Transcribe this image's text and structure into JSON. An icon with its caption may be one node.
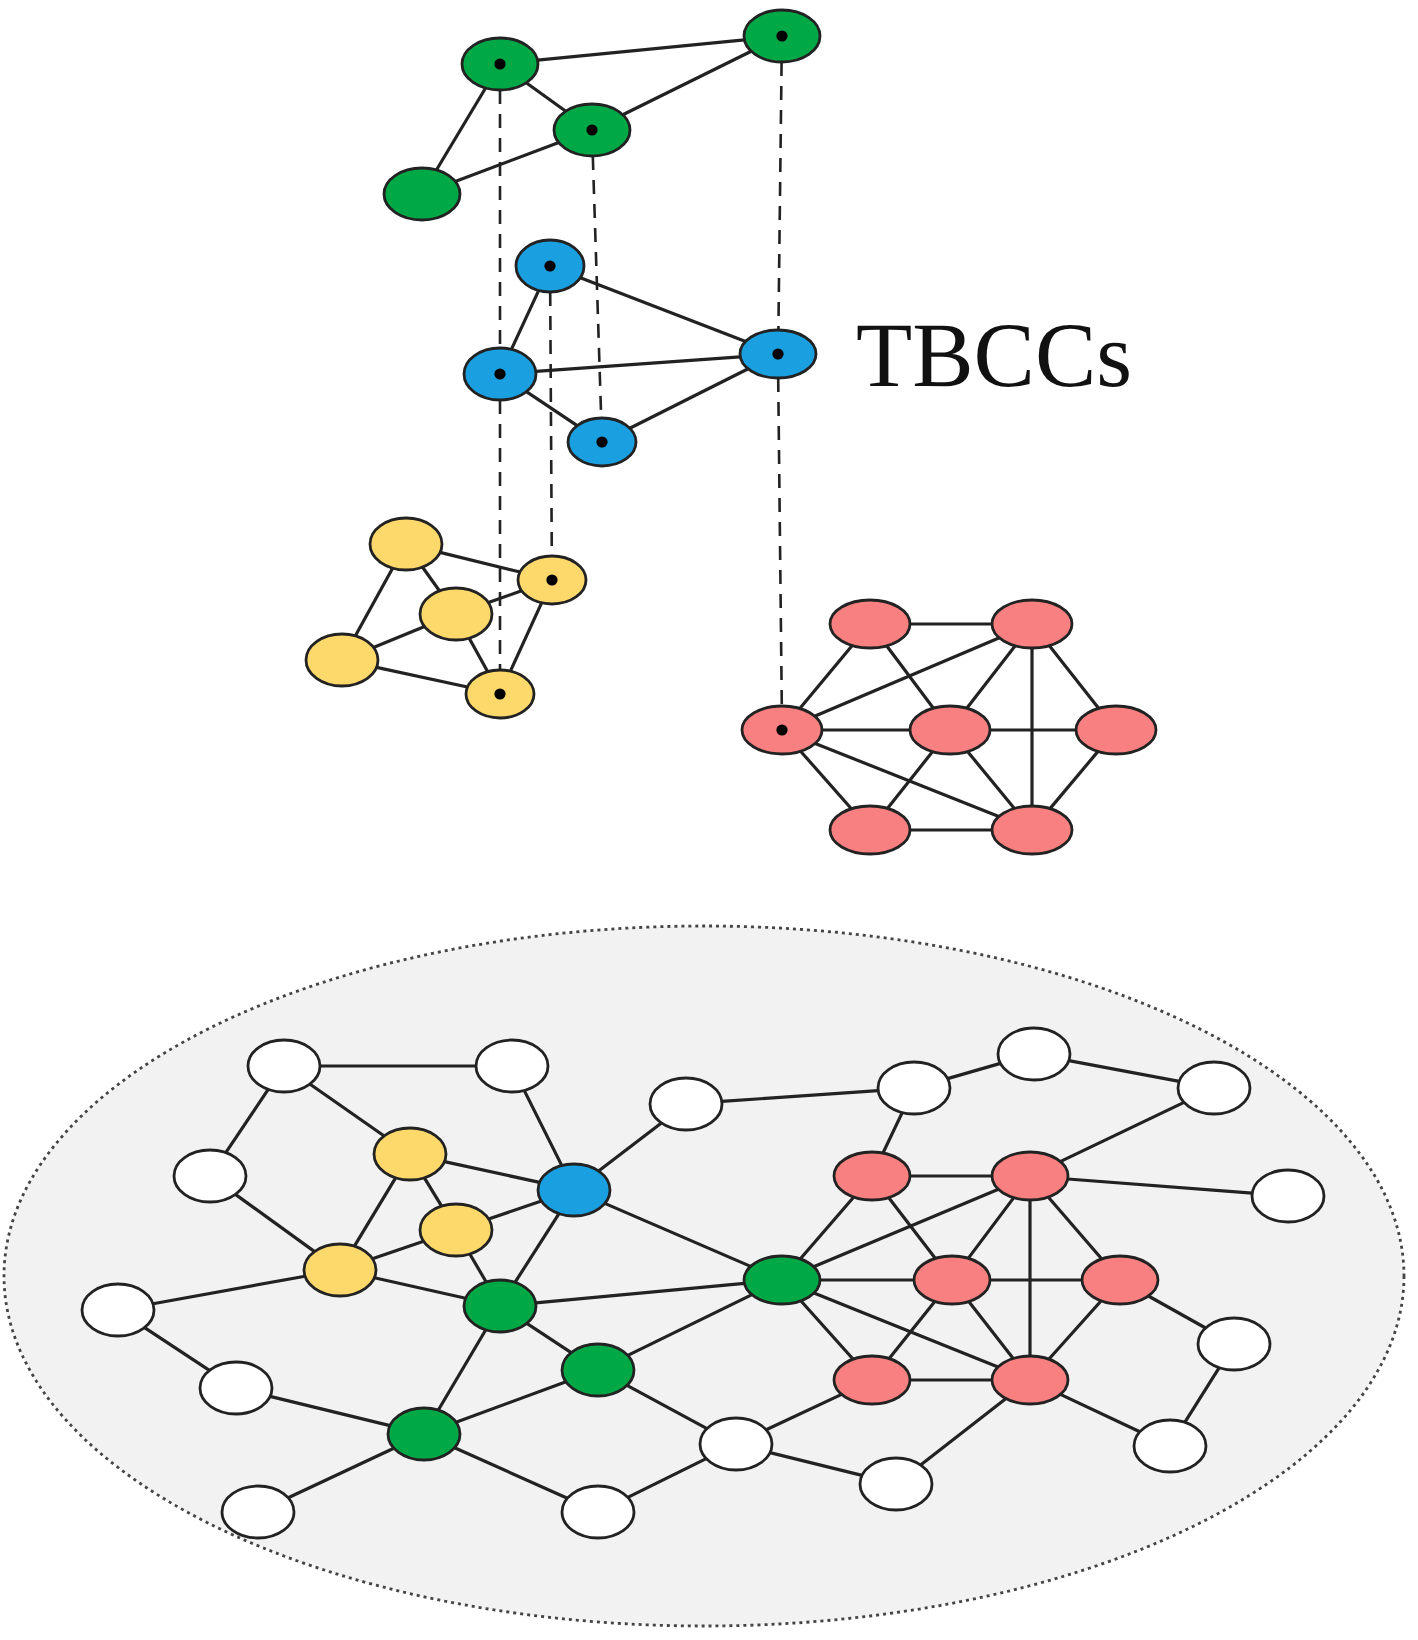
{
  "diagram": {
    "nodes": [
      {
        "text": [],
        "shape": "ellipse"
      },
      {
        "text": [],
        "shape": "ellipse"
      },
      {
        "text": [],
        "shape": "ellipse"
      },
      {
        "text": [],
        "shape": "ellipse"
      },
      {
        "text": [],
        "shape": "ellipse"
      },
      {
        "text": [],
        "shape": "ellipse"
      },
      {
        "text": [],
        "shape": "ellipse"
      },
      {
        "text": [],
        "shape": "ellipse"
      },
      {
        "text": [],
        "shape": "ellipse"
      },
      {
        "text": [],
        "shape": "ellipse"
      },
      {
        "text": [],
        "shape": "ellipse"
      },
      {
        "text": [],
        "shape": "ellipse"
      },
      {
        "text": [],
        "shape": "ellipse"
      },
      {
        "text": [],
        "shape": "ellipse"
      },
      {
        "text": [],
        "shape": "ellipse"
      },
      {
        "text": [],
        "shape": "ellipse"
      },
      {
        "text": [],
        "shape": "ellipse"
      },
      {
        "text": [],
        "shape": "ellipse"
      },
      {
        "text": [],
        "shape": "ellipse"
      },
      {
        "text": [],
        "shape": "ellipse"
      },
      {
        "text": [],
        "shape": "ellipse"
      },
      {
        "text": [],
        "shape": "ellipse"
      },
      {
        "text": [],
        "shape": "ellipse"
      },
      {
        "text": [],
        "shape": "ellipse"
      },
      {
        "text": [],
        "shape": "ellipse"
      },
      {
        "text": [],
        "shape": "ellipse"
      },
      {
        "text": [],
        "shape": "ellipse"
      },
      {
        "text": [],
        "shape": "ellipse"
      },
      {
        "text": [],
        "shape": "ellipse"
      },
      {
        "text": [],
        "shape": "ellipse"
      },
      {
        "text": [],
        "shape": "ellipse"
      },
      {
        "text": [],
        "shape": "ellipse"
      },
      {
        "text": [],
        "shape": "ellipse"
      },
      {
        "text": [],
        "shape": "ellipse"
      },
      {
        "text": [],
        "shape": "ellipse"
      },
      {
        "text": [],
        "shape": "ellipse"
      },
      {
        "text": [],
        "shape": "ellipse"
      },
      {
        "text": [],
        "shape": "ellipse"
      },
      {
        "text": [],
        "shape": "ellipse"
      },
      {
        "text": [],
        "shape": "ellipse"
      },
      {
        "text": [],
        "shape": "ellipse"
      },
      {
        "text": [],
        "shape": "ellipse"
      },
      {
        "text": [],
        "shape": "ellipse"
      },
      {
        "text": [],
        "shape": "ellipse"
      },
      {
        "text": [],
        "shape": "ellipse"
      },
      {
        "text": [],
        "shape": "ellipse"
      },
      {
        "text": [],
        "shape": "ellipse"
      },
      {
        "text": [],
        "shape": "ellipse"
      },
      {
        "text": [],
        "shape": "ellipse"
      },
      {
        "text": [],
        "shape": "ellipse"
      }
    ],
    "edges": [
      {
        "from": 0,
        "to": 1,
        "arrow": "none"
      },
      {
        "from": 0,
        "to": 2,
        "arrow": "none"
      },
      {
        "from": 0,
        "to": 3,
        "arrow": "none"
      },
      {
        "from": 2,
        "to": 1,
        "arrow": "none"
      },
      {
        "from": 2,
        "to": 3,
        "arrow": "none"
      },
      {
        "from": 4,
        "to": 5,
        "arrow": "none"
      },
      {
        "from": 4,
        "to": 6,
        "arrow": "none"
      },
      {
        "from": 5,
        "to": 6,
        "arrow": "none"
      },
      {
        "from": 5,
        "to": 7,
        "arrow": "none"
      },
      {
        "from": 7,
        "to": 6,
        "arrow": "none"
      },
      {
        "from": 8,
        "to": 11,
        "arrow": "none"
      },
      {
        "from": 8,
        "to": 9,
        "arrow": "none"
      },
      {
        "from": 8,
        "to": 10,
        "arrow": "none"
      },
      {
        "from": 9,
        "to": 11,
        "arrow": "none"
      },
      {
        "from": 9,
        "to": 10,
        "arrow": "none"
      },
      {
        "from": 9,
        "to": 12,
        "arrow": "none"
      },
      {
        "from": 10,
        "to": 12,
        "arrow": "none"
      },
      {
        "from": 11,
        "to": 12,
        "arrow": "none"
      },
      {
        "from": 13,
        "to": 14,
        "arrow": "none"
      },
      {
        "from": 13,
        "to": 15,
        "arrow": "none"
      },
      {
        "from": 13,
        "to": 16,
        "arrow": "none"
      },
      {
        "from": 15,
        "to": 14,
        "arrow": "none"
      },
      {
        "from": 14,
        "to": 16,
        "arrow": "none"
      },
      {
        "from": 14,
        "to": 19,
        "arrow": "none"
      },
      {
        "from": 14,
        "to": 17,
        "arrow": "none"
      },
      {
        "from": 15,
        "to": 16,
        "arrow": "none"
      },
      {
        "from": 15,
        "to": 18,
        "arrow": "none"
      },
      {
        "from": 15,
        "to": 19,
        "arrow": "none"
      },
      {
        "from": 16,
        "to": 17,
        "arrow": "none"
      },
      {
        "from": 16,
        "to": 18,
        "arrow": "none"
      },
      {
        "from": 16,
        "to": 19,
        "arrow": "none"
      },
      {
        "from": 17,
        "to": 19,
        "arrow": "none"
      },
      {
        "from": 18,
        "to": 19,
        "arrow": "none"
      },
      {
        "from": 0,
        "to": 5,
        "arrow": "none",
        "style": "dashed"
      },
      {
        "from": 5,
        "to": 12,
        "arrow": "none",
        "style": "dashed"
      },
      {
        "from": 2,
        "to": 7,
        "arrow": "none",
        "style": "dashed"
      },
      {
        "from": 4,
        "to": 11,
        "arrow": "none",
        "style": "dashed"
      },
      {
        "from": 1,
        "to": 6,
        "arrow": "none",
        "style": "dashed"
      },
      {
        "from": 6,
        "to": 15,
        "arrow": "none",
        "style": "dashed"
      },
      {
        "from": 20,
        "to": 21,
        "arrow": "none"
      },
      {
        "from": 20,
        "to": 24,
        "arrow": "none"
      },
      {
        "from": 20,
        "to": 23,
        "arrow": "none"
      },
      {
        "from": 21,
        "to": 25,
        "arrow": "none"
      },
      {
        "from": 23,
        "to": 27,
        "arrow": "none"
      },
      {
        "from": 22,
        "to": 25,
        "arrow": "none"
      },
      {
        "from": 22,
        "to": 35,
        "arrow": "none"
      },
      {
        "from": 35,
        "to": 36,
        "arrow": "none"
      },
      {
        "from": 36,
        "to": 37,
        "arrow": "none"
      },
      {
        "from": 35,
        "to": 38,
        "arrow": "none"
      },
      {
        "from": 37,
        "to": 39,
        "arrow": "none"
      },
      {
        "from": 39,
        "to": 40,
        "arrow": "none"
      },
      {
        "from": 24,
        "to": 25,
        "arrow": "none"
      },
      {
        "from": 24,
        "to": 26,
        "arrow": "none"
      },
      {
        "from": 24,
        "to": 27,
        "arrow": "none"
      },
      {
        "from": 26,
        "to": 25,
        "arrow": "none"
      },
      {
        "from": 26,
        "to": 27,
        "arrow": "none"
      },
      {
        "from": 26,
        "to": 29,
        "arrow": "none"
      },
      {
        "from": 27,
        "to": 29,
        "arrow": "none"
      },
      {
        "from": 27,
        "to": 28,
        "arrow": "none"
      },
      {
        "from": 25,
        "to": 29,
        "arrow": "none"
      },
      {
        "from": 25,
        "to": 41,
        "arrow": "none"
      },
      {
        "from": 29,
        "to": 41,
        "arrow": "none"
      },
      {
        "from": 29,
        "to": 30,
        "arrow": "none"
      },
      {
        "from": 29,
        "to": 32,
        "arrow": "none"
      },
      {
        "from": 30,
        "to": 41,
        "arrow": "none"
      },
      {
        "from": 30,
        "to": 47,
        "arrow": "none"
      },
      {
        "from": 30,
        "to": 32,
        "arrow": "none"
      },
      {
        "from": 32,
        "to": 31,
        "arrow": "none"
      },
      {
        "from": 32,
        "to": 33,
        "arrow": "none"
      },
      {
        "from": 32,
        "to": 34,
        "arrow": "none"
      },
      {
        "from": 34,
        "to": 47,
        "arrow": "none"
      },
      {
        "from": 28,
        "to": 31,
        "arrow": "none"
      },
      {
        "from": 47,
        "to": 45,
        "arrow": "none"
      },
      {
        "from": 47,
        "to": 49,
        "arrow": "none"
      },
      {
        "from": 49,
        "to": 46,
        "arrow": "none"
      },
      {
        "from": 41,
        "to": 38,
        "arrow": "none"
      },
      {
        "from": 41,
        "to": 39,
        "arrow": "none"
      },
      {
        "from": 41,
        "to": 42,
        "arrow": "none"
      },
      {
        "from": 41,
        "to": 45,
        "arrow": "none"
      },
      {
        "from": 41,
        "to": 46,
        "arrow": "none"
      },
      {
        "from": 38,
        "to": 39,
        "arrow": "none"
      },
      {
        "from": 38,
        "to": 42,
        "arrow": "none"
      },
      {
        "from": 39,
        "to": 42,
        "arrow": "none"
      },
      {
        "from": 39,
        "to": 43,
        "arrow": "none"
      },
      {
        "from": 39,
        "to": 46,
        "arrow": "none"
      },
      {
        "from": 42,
        "to": 43,
        "arrow": "none"
      },
      {
        "from": 42,
        "to": 45,
        "arrow": "none"
      },
      {
        "from": 42,
        "to": 46,
        "arrow": "none"
      },
      {
        "from": 43,
        "to": 46,
        "arrow": "none"
      },
      {
        "from": 45,
        "to": 46,
        "arrow": "none"
      },
      {
        "from": 43,
        "to": 44,
        "arrow": "none"
      },
      {
        "from": 44,
        "to": 48,
        "arrow": "none"
      },
      {
        "from": 46,
        "to": 48,
        "arrow": "none"
      }
    ],
    "labels": [
      "TBCCs"
    ]
  }
}
